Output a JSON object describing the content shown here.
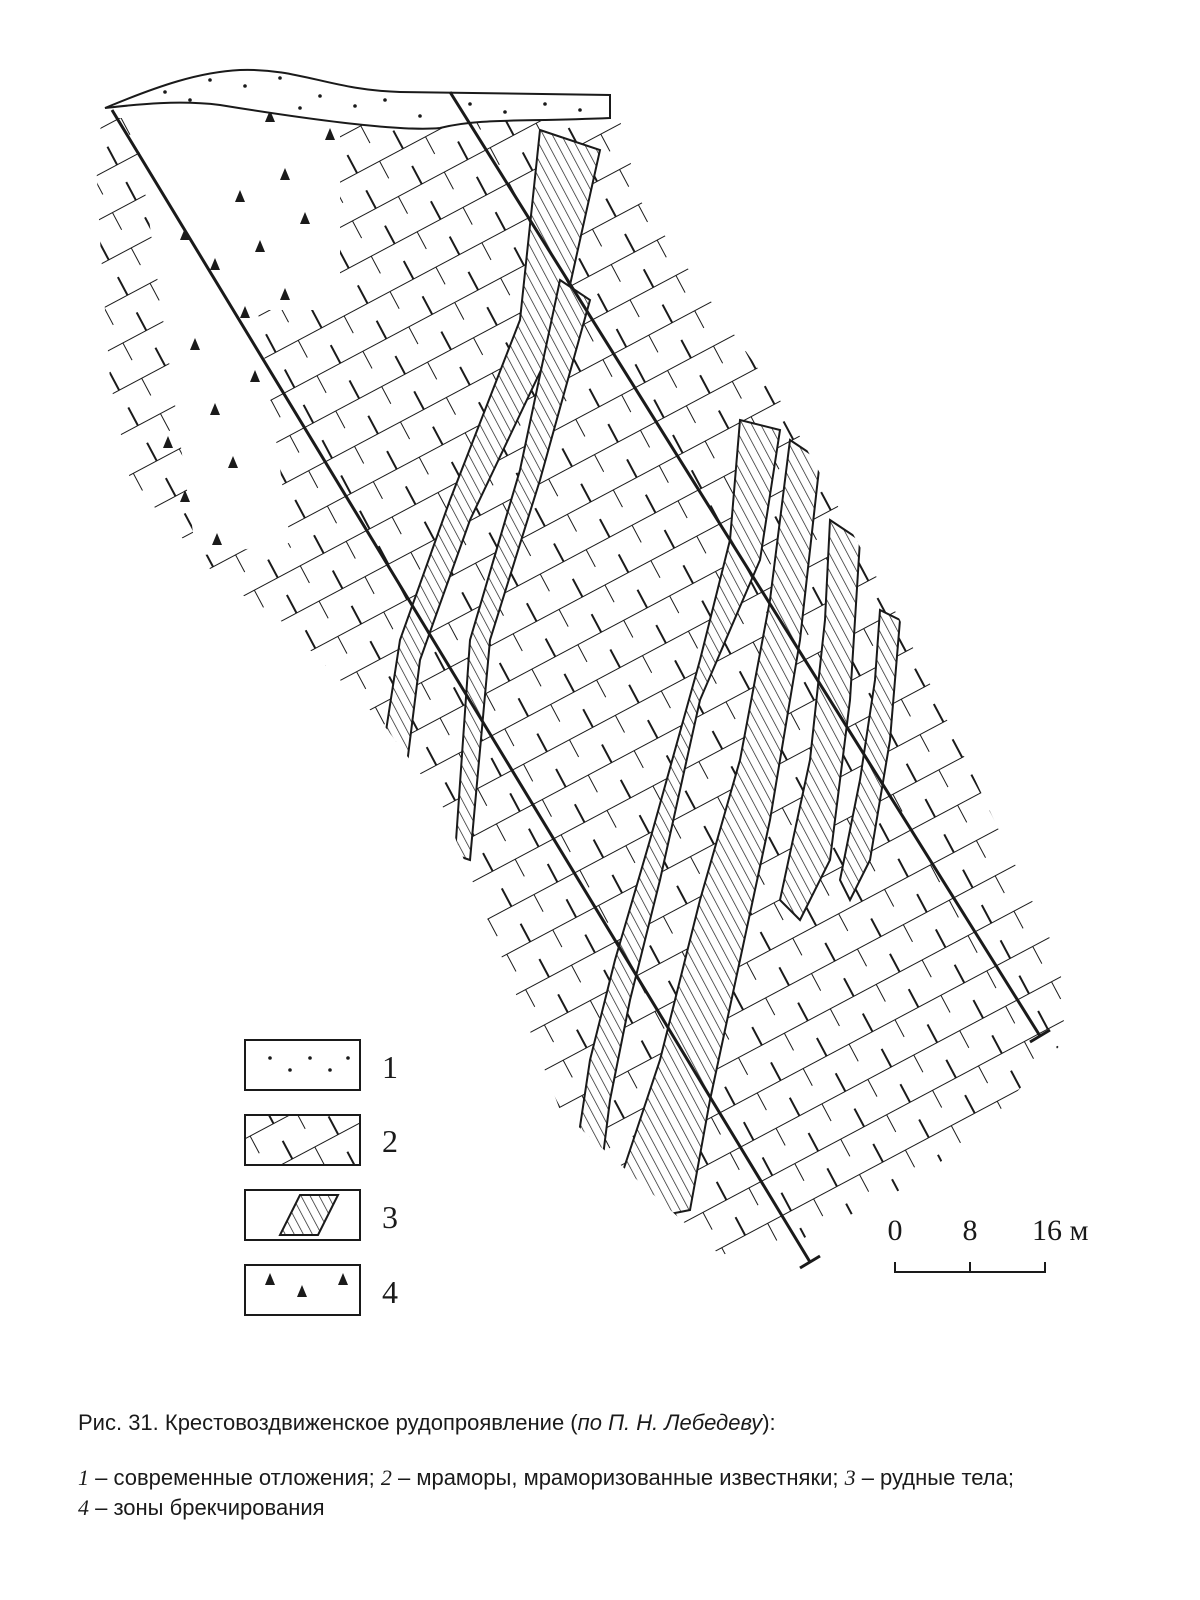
{
  "legend": [
    {
      "number": "1",
      "pattern": "dots"
    },
    {
      "number": "2",
      "pattern": "marble-blocks"
    },
    {
      "number": "3",
      "pattern": "ore-hatching"
    },
    {
      "number": "4",
      "pattern": "triangles"
    }
  ],
  "scale": {
    "t0": "0",
    "t1": "8",
    "t2": "16 м"
  },
  "caption": {
    "prefix": "Рис. 31. Крестовоздвиженское рудопроявление (",
    "author": "по П. Н. Лебедеву",
    "suffix": "):",
    "items": [
      {
        "num": "1",
        "text": " – современные отложения; "
      },
      {
        "num": "2",
        "text": " – мраморы, мраморизованные известняки; "
      },
      {
        "num": "3",
        "text": " – рудные тела;"
      },
      {
        "num": "4",
        "text": " – зоны брекчирования"
      }
    ]
  }
}
